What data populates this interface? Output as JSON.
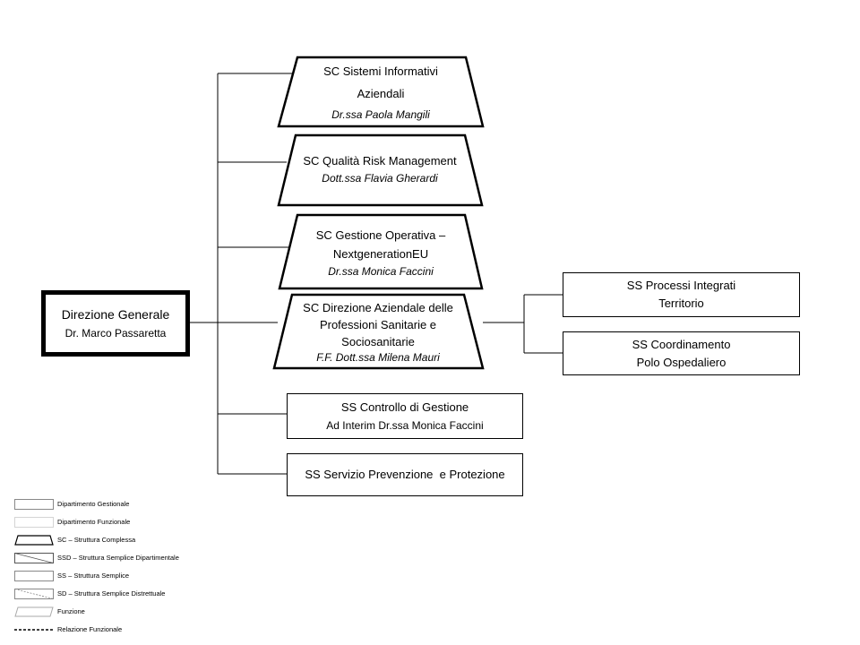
{
  "root": {
    "title": "Direzione Generale",
    "name": "Dr. Marco Passaretta"
  },
  "sc_units": [
    {
      "title_l1": "SC Sistemi Informativi",
      "title_l2": "Aziendali",
      "head": "Dr.ssa Paola Mangili"
    },
    {
      "title_l1": "SC Qualità Risk Management",
      "title_l2": "",
      "head": "Dott.ssa Flavia Gherardi"
    },
    {
      "title_l1": "SC Gestione Operativa –",
      "title_l2": "NextgenerationEU",
      "head": "Dr.ssa Monica Faccini"
    },
    {
      "title_l1": "SC Direzione Aziendale delle",
      "title_l2": "Professioni Sanitarie e",
      "title_l3": "Sociosanitarie",
      "head": "F.F. Dott.ssa Milena Mauri"
    }
  ],
  "ss_units": [
    {
      "title": "SS Controllo di Gestione",
      "head": "Ad Interim Dr.ssa Monica Faccini"
    },
    {
      "title": "SS Servizio Prevenzione  e Protezione",
      "head": ""
    }
  ],
  "sub_units": [
    {
      "title_l1": "SS Processi Integrati",
      "title_l2": "Territorio"
    },
    {
      "title_l1": "SS Coordinamento",
      "title_l2": "Polo Ospedaliero"
    }
  ],
  "legend": [
    {
      "label": "Dipartimento Gestionale",
      "symbol": "rect-double"
    },
    {
      "label": "Dipartimento Funzionale",
      "symbol": "rect-dotted"
    },
    {
      "label": "SC – Struttura Complessa",
      "symbol": "trapezoid"
    },
    {
      "label": "SSD – Struttura Semplice Dipartimentale",
      "symbol": "rect-diagonal"
    },
    {
      "label": "SS – Struttura Semplice",
      "symbol": "rect"
    },
    {
      "label": "SD – Struttura Semplice Distrettuale",
      "symbol": "rect-dashed-diagonal"
    },
    {
      "label": "Funzione",
      "symbol": "parallelogram"
    },
    {
      "label": "Relazione Funzionale",
      "symbol": "dashed-line"
    }
  ]
}
